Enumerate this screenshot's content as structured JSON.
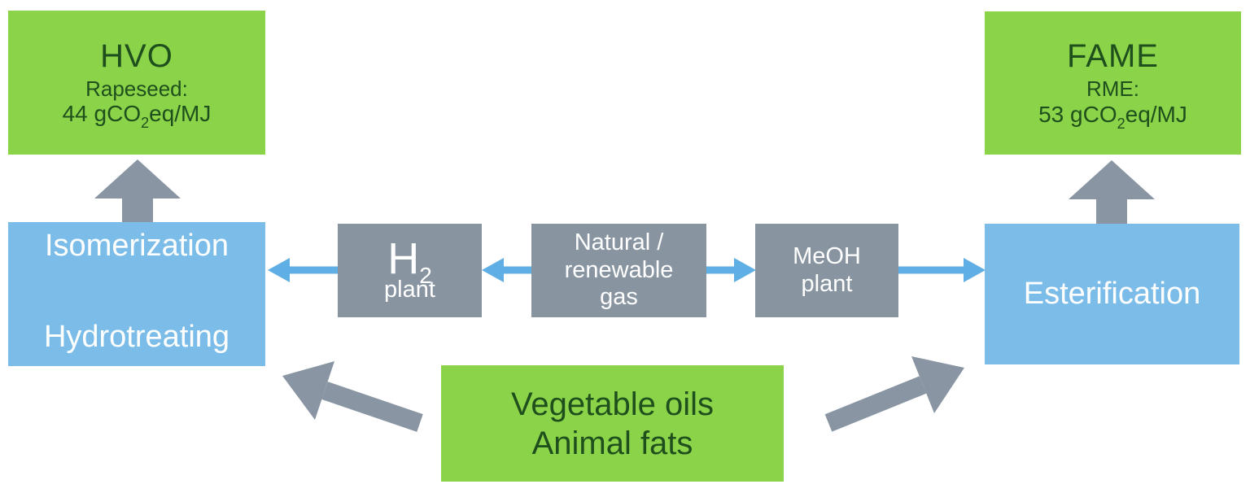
{
  "colors": {
    "green": "#8bd449",
    "green_text": "#1f4f1c",
    "blue_box": "#7bbde8",
    "gray_box": "#8895a1",
    "arrow_gray": "#8995a3",
    "arrow_blue": "#5fafe4",
    "text_white": "#ffffff"
  },
  "boxes": {
    "hvo": {
      "title": "HVO",
      "subtitle": "Rapeseed:",
      "value_pre": "44 gCO",
      "value_sub": "2",
      "value_post": "eq/MJ"
    },
    "fame": {
      "title": "FAME",
      "subtitle": "RME:",
      "value_pre": "53 gCO",
      "value_sub": "2",
      "value_post": "eq/MJ"
    },
    "hydrotreating_unit": {
      "top_label": "Isomerization",
      "bottom_label": "Hydrotreating"
    },
    "esterification_unit": {
      "label": "Esterification"
    },
    "h2_plant": {
      "symbol_pre": "H",
      "symbol_sub": "2",
      "line2": "plant"
    },
    "natural_gas": {
      "lines": [
        "Natural /",
        "renewable",
        "gas"
      ]
    },
    "meoh_plant": {
      "lines": [
        "MeOH",
        "plant"
      ]
    },
    "feedstock": {
      "lines": [
        "Vegetable oils",
        "Animal fats"
      ]
    }
  },
  "flows": [
    {
      "from": "natural-renewable-gas",
      "to": "h2-plant"
    },
    {
      "from": "h2-plant",
      "to": "hydrotreating"
    },
    {
      "from": "natural-renewable-gas",
      "to": "meoh-plant"
    },
    {
      "from": "meoh-plant",
      "to": "esterification"
    },
    {
      "from": "hydrotreating",
      "to": "isomerization"
    },
    {
      "from": "isomerization",
      "to": "hvo"
    },
    {
      "from": "esterification",
      "to": "fame"
    },
    {
      "from": "vegetable-oils-animal-fats",
      "to": "hydrotreating"
    },
    {
      "from": "vegetable-oils-animal-fats",
      "to": "esterification"
    }
  ]
}
